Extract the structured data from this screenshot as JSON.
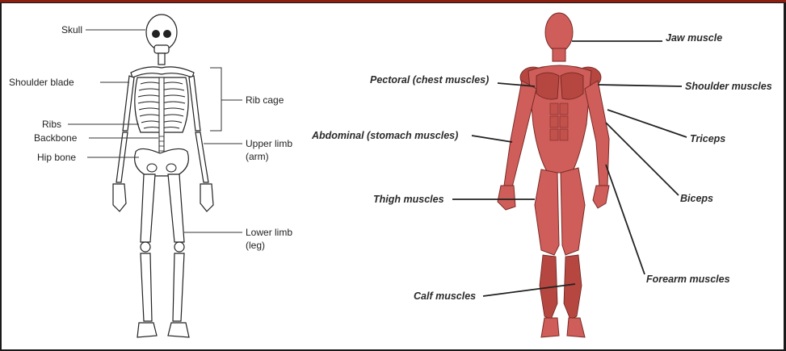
{
  "skeleton": {
    "labels": {
      "skull": "Skull",
      "shoulder_blade": "Shoulder blade",
      "ribs": "Ribs",
      "backbone": "Backbone",
      "hip_bone": "Hip bone",
      "rib_cage": "Rib cage",
      "upper_limb_1": "Upper limb",
      "upper_limb_2": "(arm)",
      "lower_limb_1": "Lower limb",
      "lower_limb_2": "(leg)"
    }
  },
  "muscles": {
    "labels": {
      "jaw": "Jaw muscle",
      "pectoral": "Pectoral (chest muscles)",
      "shoulder": "Shoulder muscles",
      "abdominal": "Abdominal (stomach muscles)",
      "triceps": "Triceps",
      "thigh": "Thigh muscles",
      "biceps": "Biceps",
      "forearm": "Forearm muscles",
      "calf": "Calf muscles"
    }
  },
  "colors": {
    "frame_border": "#8a1e10",
    "muscle": "#cf5e5a",
    "background": "#ffffff"
  }
}
